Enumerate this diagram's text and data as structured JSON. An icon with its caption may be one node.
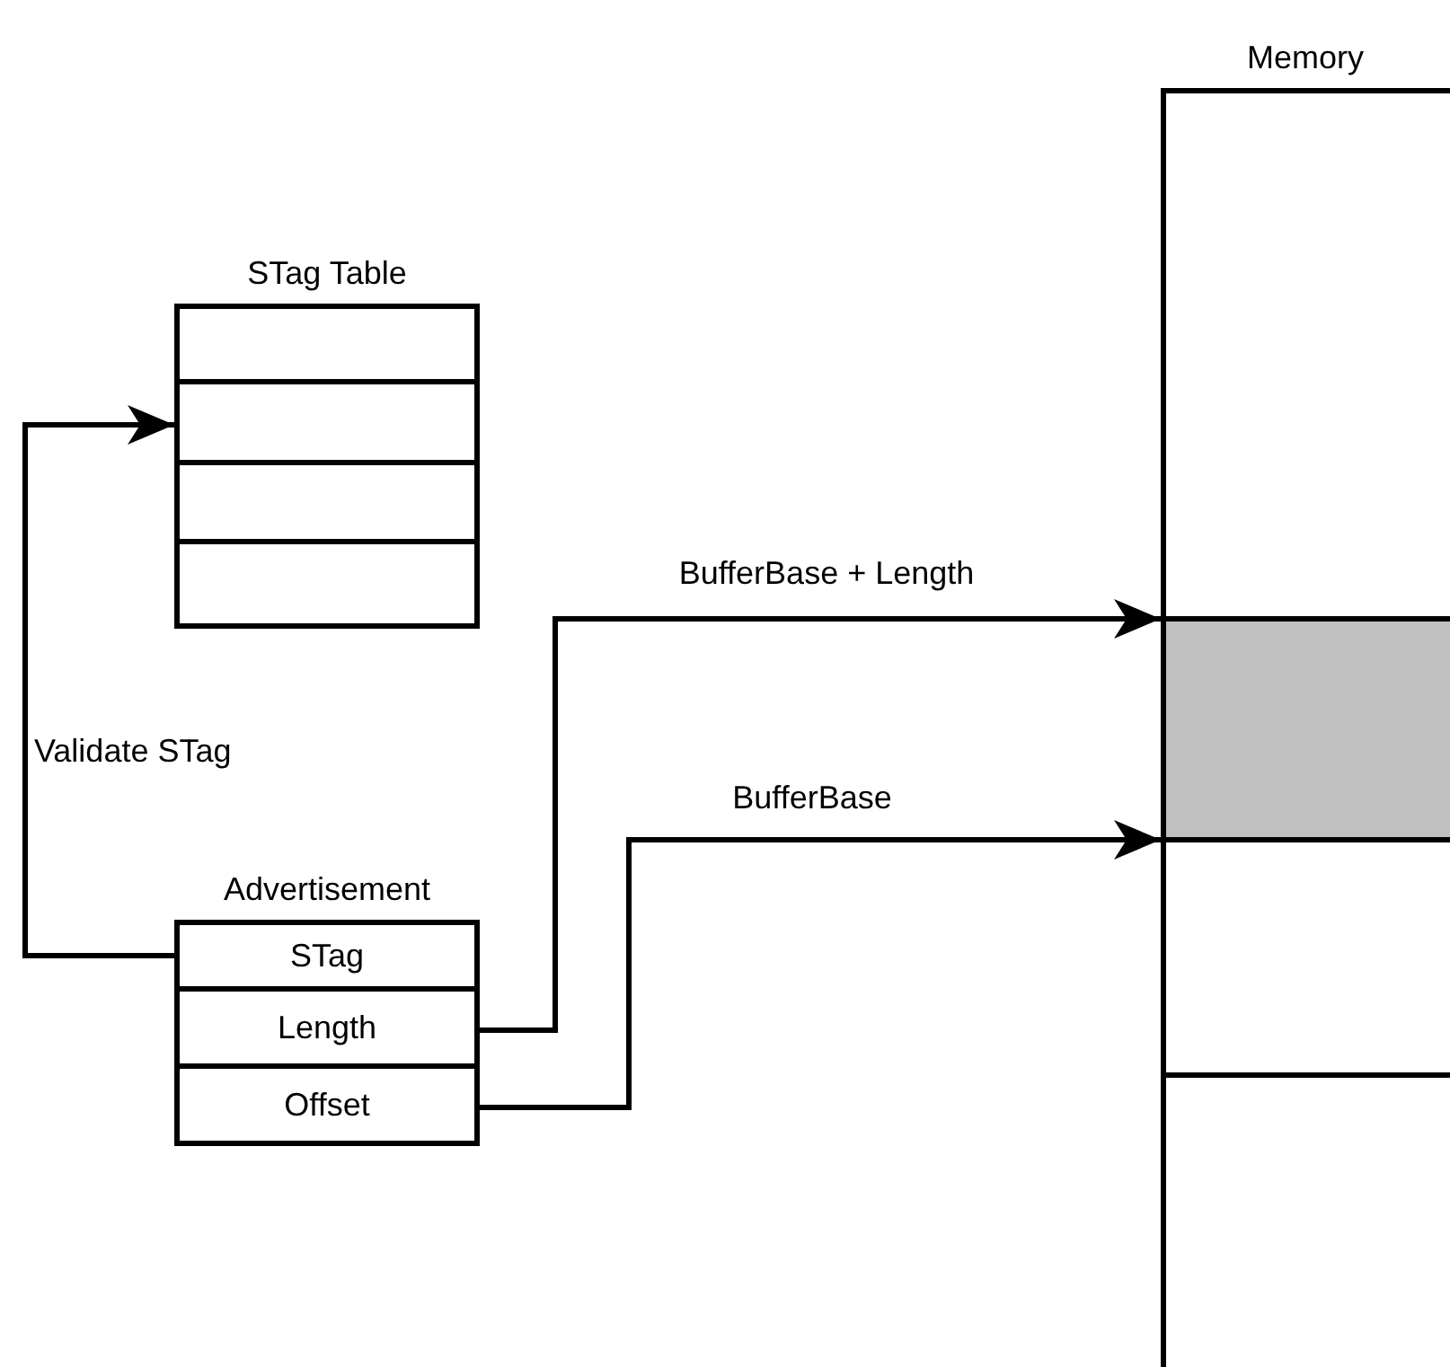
{
  "diagram": {
    "nodes": [
      {
        "text": [
          "Memory"
        ]
      },
      {
        "text": [],
        "shape": "box",
        "in": 0
      },
      {
        "text": [
          "STag Table"
        ]
      },
      {
        "text": [],
        "shape": "box",
        "in": 2
      },
      {
        "text": [],
        "shape": "box",
        "in": 2
      },
      {
        "text": [],
        "shape": "box",
        "in": 2
      },
      {
        "text": [],
        "shape": "box",
        "in": 2
      },
      {
        "text": [
          "Advertisement"
        ]
      },
      {
        "text": [
          "STag"
        ],
        "in": 7
      },
      {
        "text": [
          "Length"
        ],
        "in": 7
      },
      {
        "text": [
          "Offset"
        ],
        "in": 7
      }
    ],
    "edges": [
      {
        "from": 8,
        "to": 4,
        "arrow": "to",
        "label": "Validate STag"
      },
      {
        "from": 9,
        "to": 1,
        "arrow": "to",
        "label": "BufferBase + Length"
      },
      {
        "from": 10,
        "to": 1,
        "arrow": "to",
        "label": "BufferBase"
      }
    ]
  }
}
